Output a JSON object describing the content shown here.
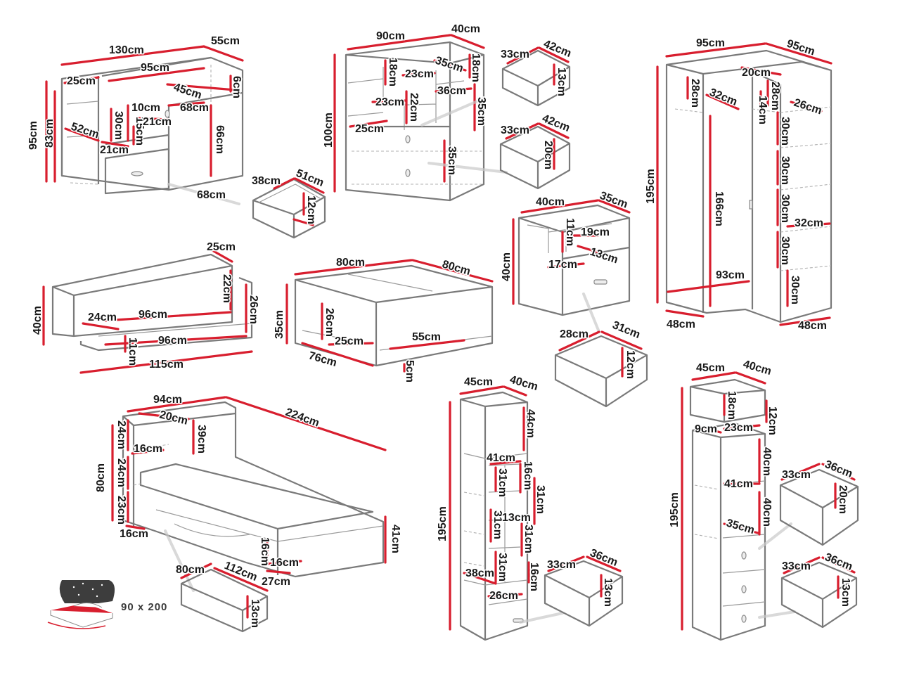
{
  "title": "",
  "colors": {
    "dimension": "#d81e2e",
    "outline": "#7a7a7a",
    "mattress_icon": "#3d3d3d",
    "mattress_red": "#d81e2e"
  },
  "mattress": {
    "size_label": "90 x 200",
    "icon": "mattress-icon"
  },
  "items": [
    {
      "key": "desk",
      "dims": [
        "130cm",
        "55cm",
        "25cm",
        "95cm",
        "45cm",
        "6cm",
        "10cm",
        "52cm",
        "30cm",
        "21cm",
        "15cm",
        "68cm",
        "21cm",
        "95cm",
        "83cm",
        "66cm",
        "68cm"
      ]
    },
    {
      "key": "desk-drawer",
      "dims": [
        "38cm",
        "51cm",
        "12cm"
      ]
    },
    {
      "key": "shelf-unit",
      "dims": [
        "90cm",
        "40cm",
        "18cm",
        "35cm",
        "23cm",
        "18cm",
        "36cm",
        "23cm",
        "22cm",
        "35cm",
        "25cm",
        "100cm",
        "35cm"
      ]
    },
    {
      "key": "shelf-drawer-small",
      "dims": [
        "33cm",
        "42cm",
        "13cm"
      ]
    },
    {
      "key": "shelf-drawer-large",
      "dims": [
        "33cm",
        "42cm",
        "20cm"
      ]
    },
    {
      "key": "wardrobe",
      "dims": [
        "95cm",
        "95cm",
        "20cm",
        "28cm",
        "32cm",
        "28cm",
        "14cm",
        "26cm",
        "30cm",
        "30cm",
        "30cm",
        "32cm",
        "30cm",
        "30cm",
        "195cm",
        "166cm",
        "93cm",
        "48cm",
        "48cm"
      ]
    },
    {
      "key": "wall-shelf",
      "dims": [
        "25cm",
        "22cm",
        "24cm",
        "96cm",
        "26cm",
        "96cm",
        "11cm",
        "40cm",
        "115cm"
      ]
    },
    {
      "key": "coffee-table",
      "dims": [
        "80cm",
        "80cm",
        "26cm",
        "25cm",
        "55cm",
        "35cm",
        "76cm",
        "5cm"
      ]
    },
    {
      "key": "nightstand",
      "dims": [
        "40cm",
        "35cm",
        "11cm",
        "19cm",
        "13cm",
        "17cm",
        "40cm"
      ]
    },
    {
      "key": "nightstand-drawer",
      "dims": [
        "28cm",
        "31cm",
        "12cm"
      ]
    },
    {
      "key": "bed",
      "dims": [
        "94cm",
        "224cm",
        "20cm",
        "39cm",
        "24cm",
        "16cm",
        "24cm",
        "80cm",
        "23cm",
        "16cm",
        "16cm",
        "16cm",
        "27cm",
        "41cm"
      ]
    },
    {
      "key": "bed-drawer",
      "dims": [
        "80cm",
        "112cm",
        "13cm"
      ]
    },
    {
      "key": "bookcase",
      "dims": [
        "45cm",
        "40cm",
        "44cm",
        "41cm",
        "16cm",
        "31cm",
        "31cm",
        "31cm",
        "13cm",
        "31cm",
        "31cm",
        "38cm",
        "16cm",
        "26cm",
        "195cm"
      ]
    },
    {
      "key": "bookcase-drawer",
      "dims": [
        "33cm",
        "36cm",
        "13cm"
      ]
    },
    {
      "key": "tall-cabinet",
      "dims": [
        "45cm",
        "40cm",
        "18cm",
        "12cm",
        "9cm",
        "23cm",
        "40cm",
        "41cm",
        "40cm",
        "35cm",
        "195cm"
      ]
    },
    {
      "key": "tall-cabinet-drawer-top",
      "dims": [
        "33cm",
        "36cm",
        "20cm"
      ]
    },
    {
      "key": "tall-cabinet-drawer-bottom",
      "dims": [
        "33cm",
        "36cm",
        "13cm"
      ]
    }
  ]
}
